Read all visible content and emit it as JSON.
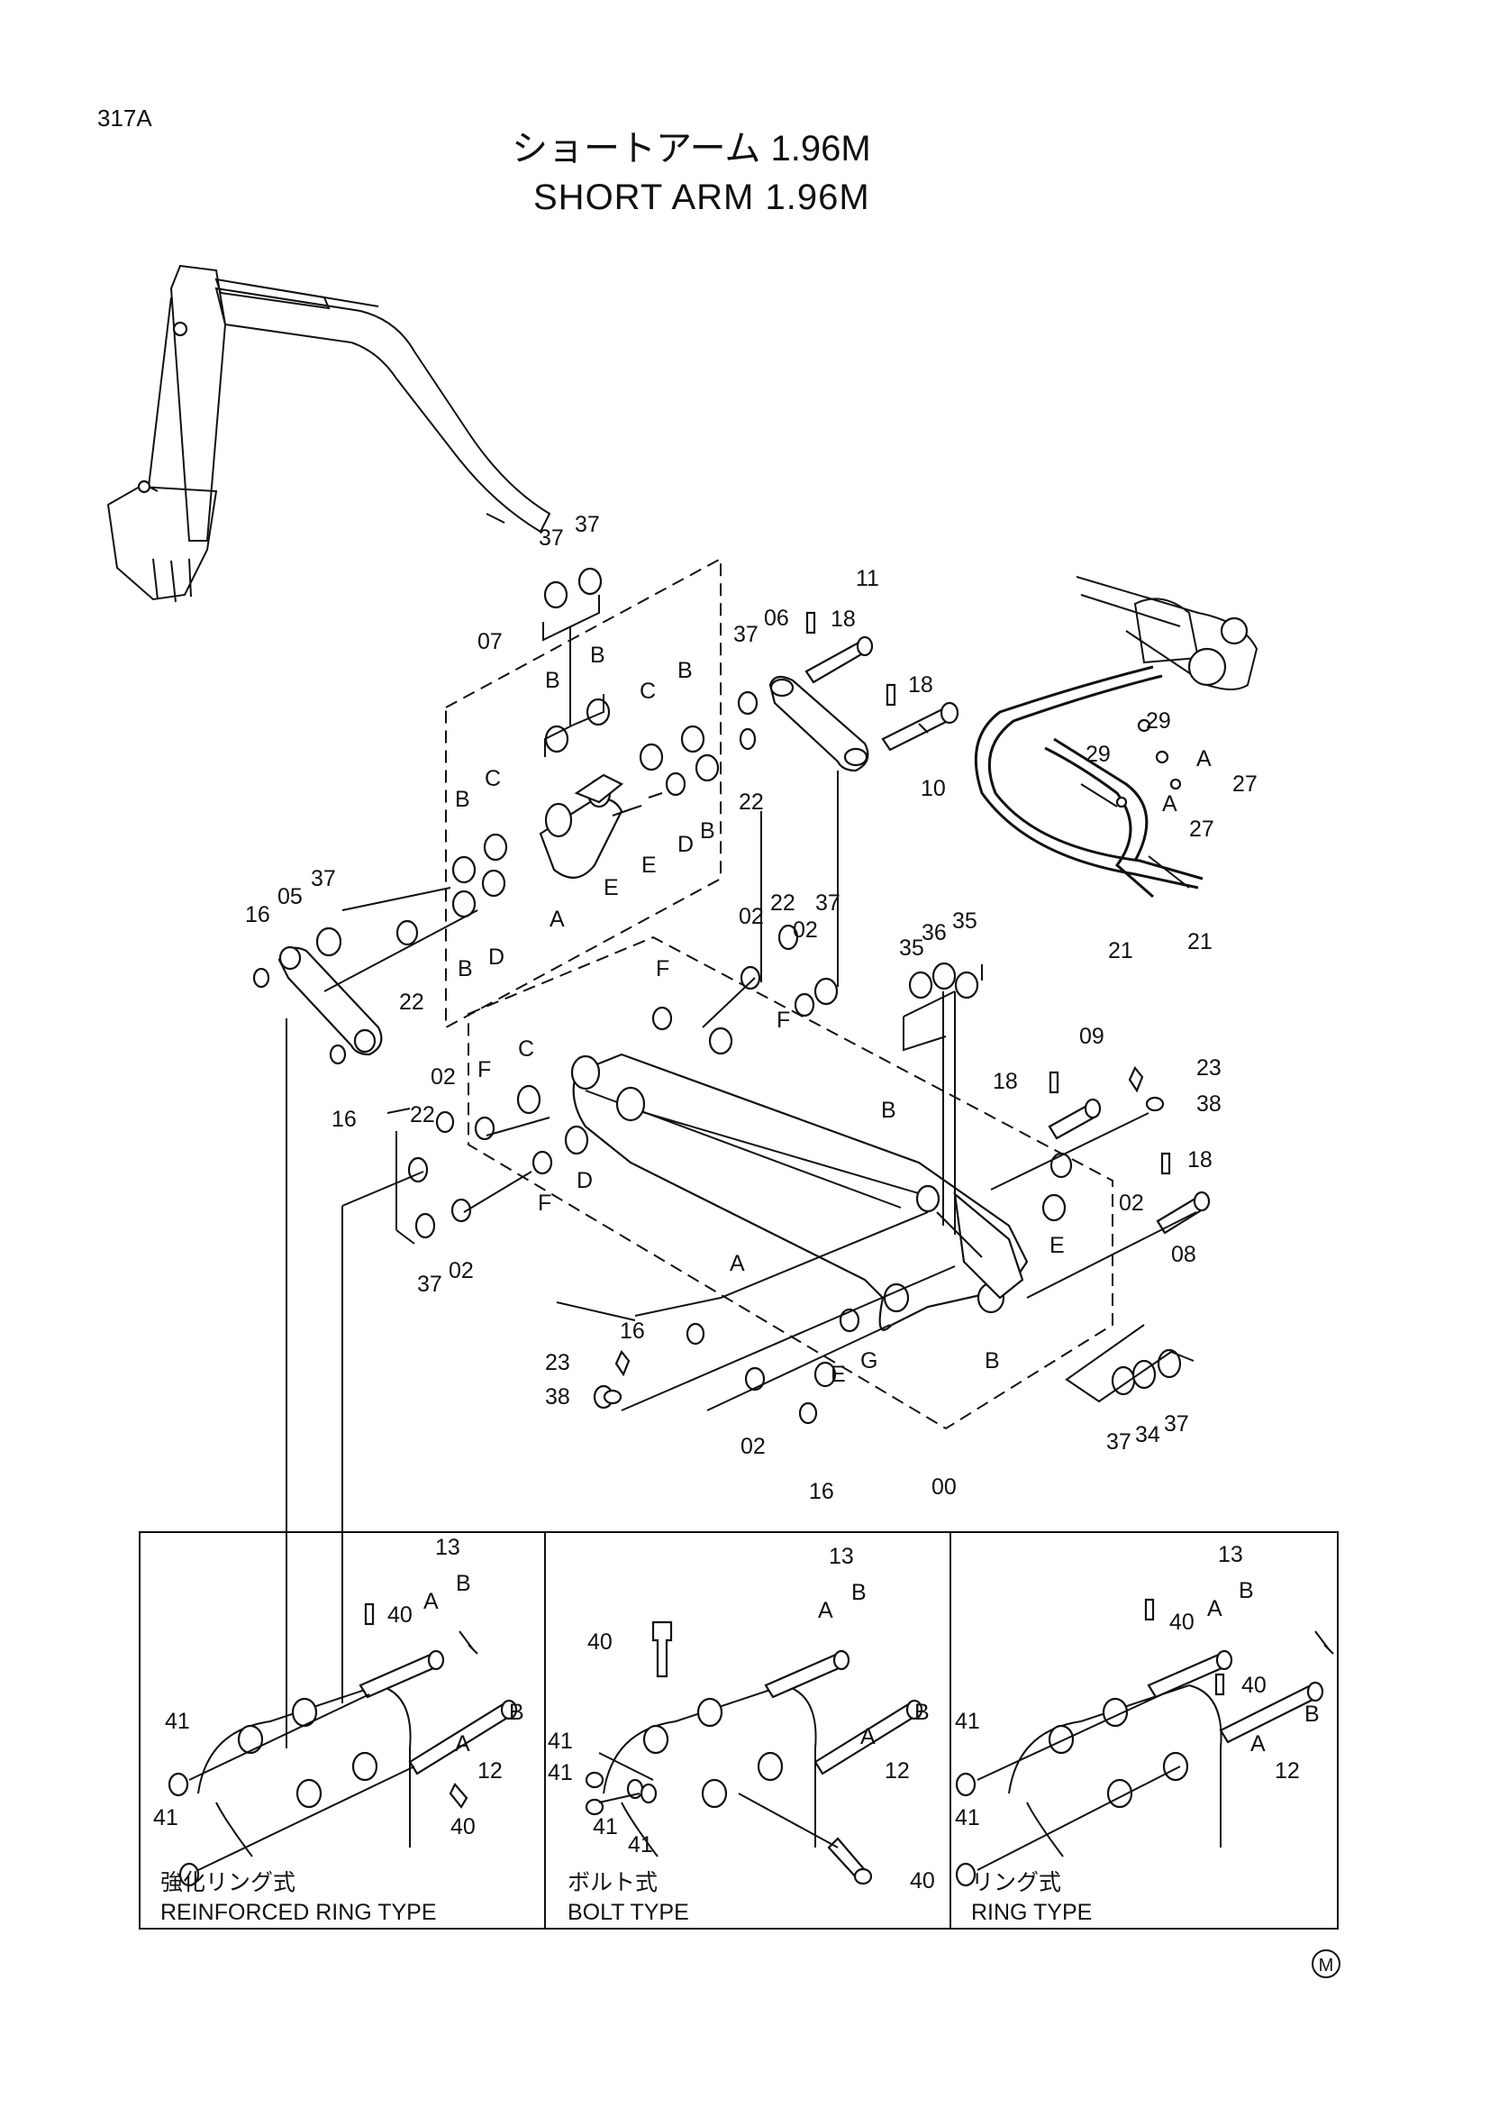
{
  "page_code": "317A",
  "title_jp": "ショートアーム 1.96M",
  "title_en": "SHORT ARM 1.96M",
  "footer_mark": "M",
  "panels": [
    {
      "jp": "強化リング式",
      "en": "REINFORCED RING TYPE"
    },
    {
      "jp": "ボルト式",
      "en": "BOLT TYPE"
    },
    {
      "jp": "リング式",
      "en": "RING TYPE"
    }
  ],
  "callouts": {
    "c37a": "37",
    "c37b": "37",
    "c07": "07",
    "cB1": "B",
    "cB2": "B",
    "cC1": "C",
    "cB3": "B",
    "cB4": "B",
    "cC2": "C",
    "cD1": "D",
    "cE1": "E",
    "cE2": "E",
    "cA1": "A",
    "cD2": "D",
    "cB5": "B",
    "cB6": "B",
    "c37c": "37",
    "c06": "06",
    "c11": "11",
    "c18a": "18",
    "c18b": "18",
    "c10": "10",
    "c22a": "22",
    "c16a": "16",
    "c05": "05",
    "c37d": "37",
    "c22b": "22",
    "c16b": "16",
    "c02a": "02",
    "c22c": "22",
    "c02b": "02",
    "c37e": "37",
    "cF1": "F",
    "cF2": "F",
    "cC3": "C",
    "c02c": "02",
    "cF3": "F",
    "c22d": "22",
    "cF4": "F",
    "cD3": "D",
    "c02d": "02",
    "c37f": "37",
    "cA2": "A",
    "c35a": "35",
    "c36": "36",
    "c35b": "35",
    "c09": "09",
    "c18c": "18",
    "c23a": "23",
    "c38a": "38",
    "cB7": "B",
    "c18d": "18",
    "c02e": "02",
    "cE3": "E",
    "c08": "08",
    "c16c": "16",
    "c23b": "23",
    "c38b": "38",
    "cE4": "E",
    "cG": "G",
    "cB8": "B",
    "c02f": "02",
    "c16d": "16",
    "c00": "00",
    "c37g": "37",
    "c34": "34",
    "c37h": "37",
    "c29a": "29",
    "c29b": "29",
    "cAa": "A",
    "cAb": "A",
    "c27a": "27",
    "c27b": "27",
    "c21a": "21",
    "c21b": "21",
    "p1_13": "13",
    "p1_A": "A",
    "p1_B": "B",
    "p1_40a": "40",
    "p1_41a": "41",
    "p1_A2": "A",
    "p1_B2": "B",
    "p1_12": "12",
    "p1_41b": "41",
    "p1_40b": "40",
    "p2_13": "13",
    "p2_A": "A",
    "p2_B": "B",
    "p2_40a": "40",
    "p2_41a": "41",
    "p2_41b": "41",
    "p2_41c": "41",
    "p2_41d": "41",
    "p2_A2": "A",
    "p2_B2": "B",
    "p2_12": "12",
    "p2_40b": "40",
    "p3_13": "13",
    "p3_A": "A",
    "p3_B": "B",
    "p3_40a": "40",
    "p3_41a": "41",
    "p3_40b": "40",
    "p3_B2": "B",
    "p3_A2": "A",
    "p3_12": "12",
    "p3_41b": "41"
  },
  "colors": {
    "ink": "#111111",
    "paper": "#ffffff"
  }
}
